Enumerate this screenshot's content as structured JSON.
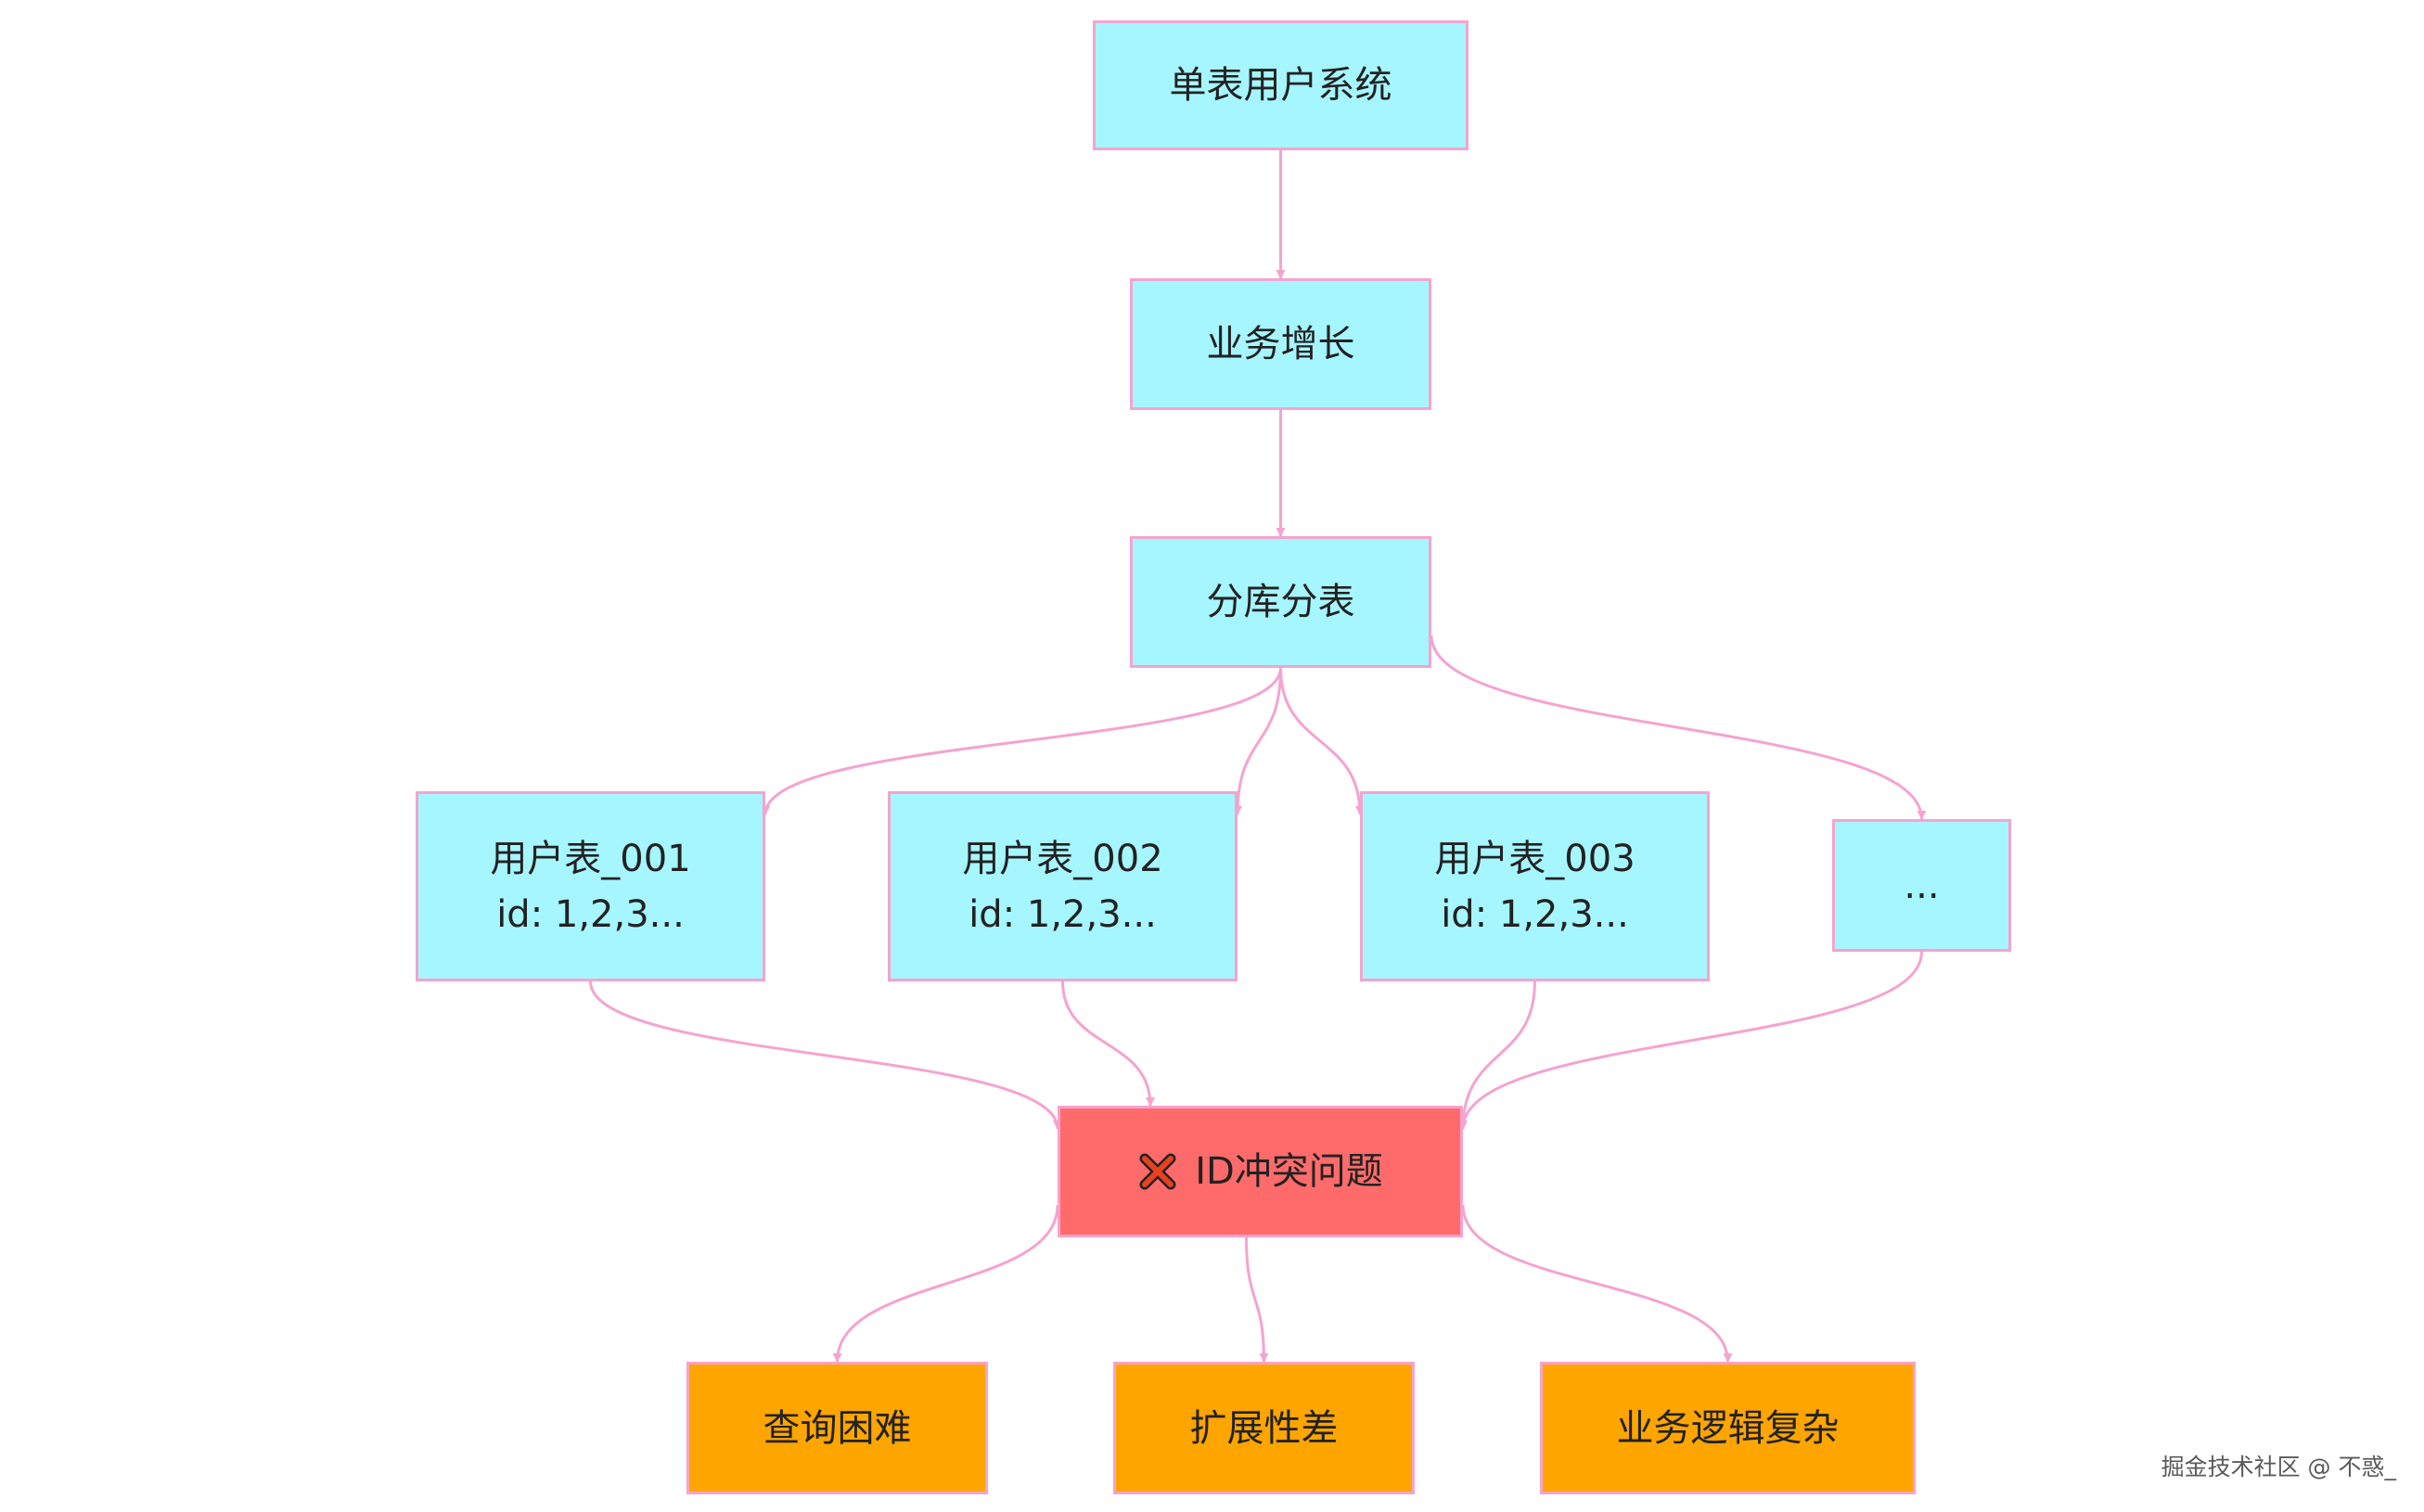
{
  "nodes": {
    "single_table": {
      "label": "单表用户系统"
    },
    "business_growth": {
      "label": "业务增长"
    },
    "sharding": {
      "label": "分库分表"
    },
    "user_table_001": {
      "label": "用户表_001",
      "sublabel": "id: 1,2,3..."
    },
    "user_table_002": {
      "label": "用户表_002",
      "sublabel": "id: 1,2,3..."
    },
    "user_table_003": {
      "label": "用户表_003",
      "sublabel": "id: 1,2,3..."
    },
    "more_tables": {
      "label": "..."
    },
    "id_conflict": {
      "label": "ID冲突问题",
      "icon": "cross-mark-icon"
    },
    "query_difficulty": {
      "label": "查询困难"
    },
    "poor_scalability": {
      "label": "扩展性差"
    },
    "complex_logic": {
      "label": "业务逻辑复杂"
    }
  },
  "edges": [
    {
      "from": "single_table",
      "to": "business_growth"
    },
    {
      "from": "business_growth",
      "to": "sharding"
    },
    {
      "from": "sharding",
      "to": "user_table_001"
    },
    {
      "from": "sharding",
      "to": "user_table_002"
    },
    {
      "from": "sharding",
      "to": "user_table_003"
    },
    {
      "from": "sharding",
      "to": "more_tables"
    },
    {
      "from": "user_table_001",
      "to": "id_conflict"
    },
    {
      "from": "user_table_002",
      "to": "id_conflict"
    },
    {
      "from": "user_table_003",
      "to": "id_conflict"
    },
    {
      "from": "more_tables",
      "to": "id_conflict"
    },
    {
      "from": "id_conflict",
      "to": "query_difficulty"
    },
    {
      "from": "id_conflict",
      "to": "poor_scalability"
    },
    {
      "from": "id_conflict",
      "to": "complex_logic"
    }
  ],
  "colors": {
    "node_fill": "#a6f6ff",
    "problem_fill": "#ff6b6b",
    "consequence_fill": "#ffa500",
    "border": "#f5a3cf",
    "edge": "#f5a3cf"
  },
  "watermark": "掘金技术社区 @ 不惑_"
}
